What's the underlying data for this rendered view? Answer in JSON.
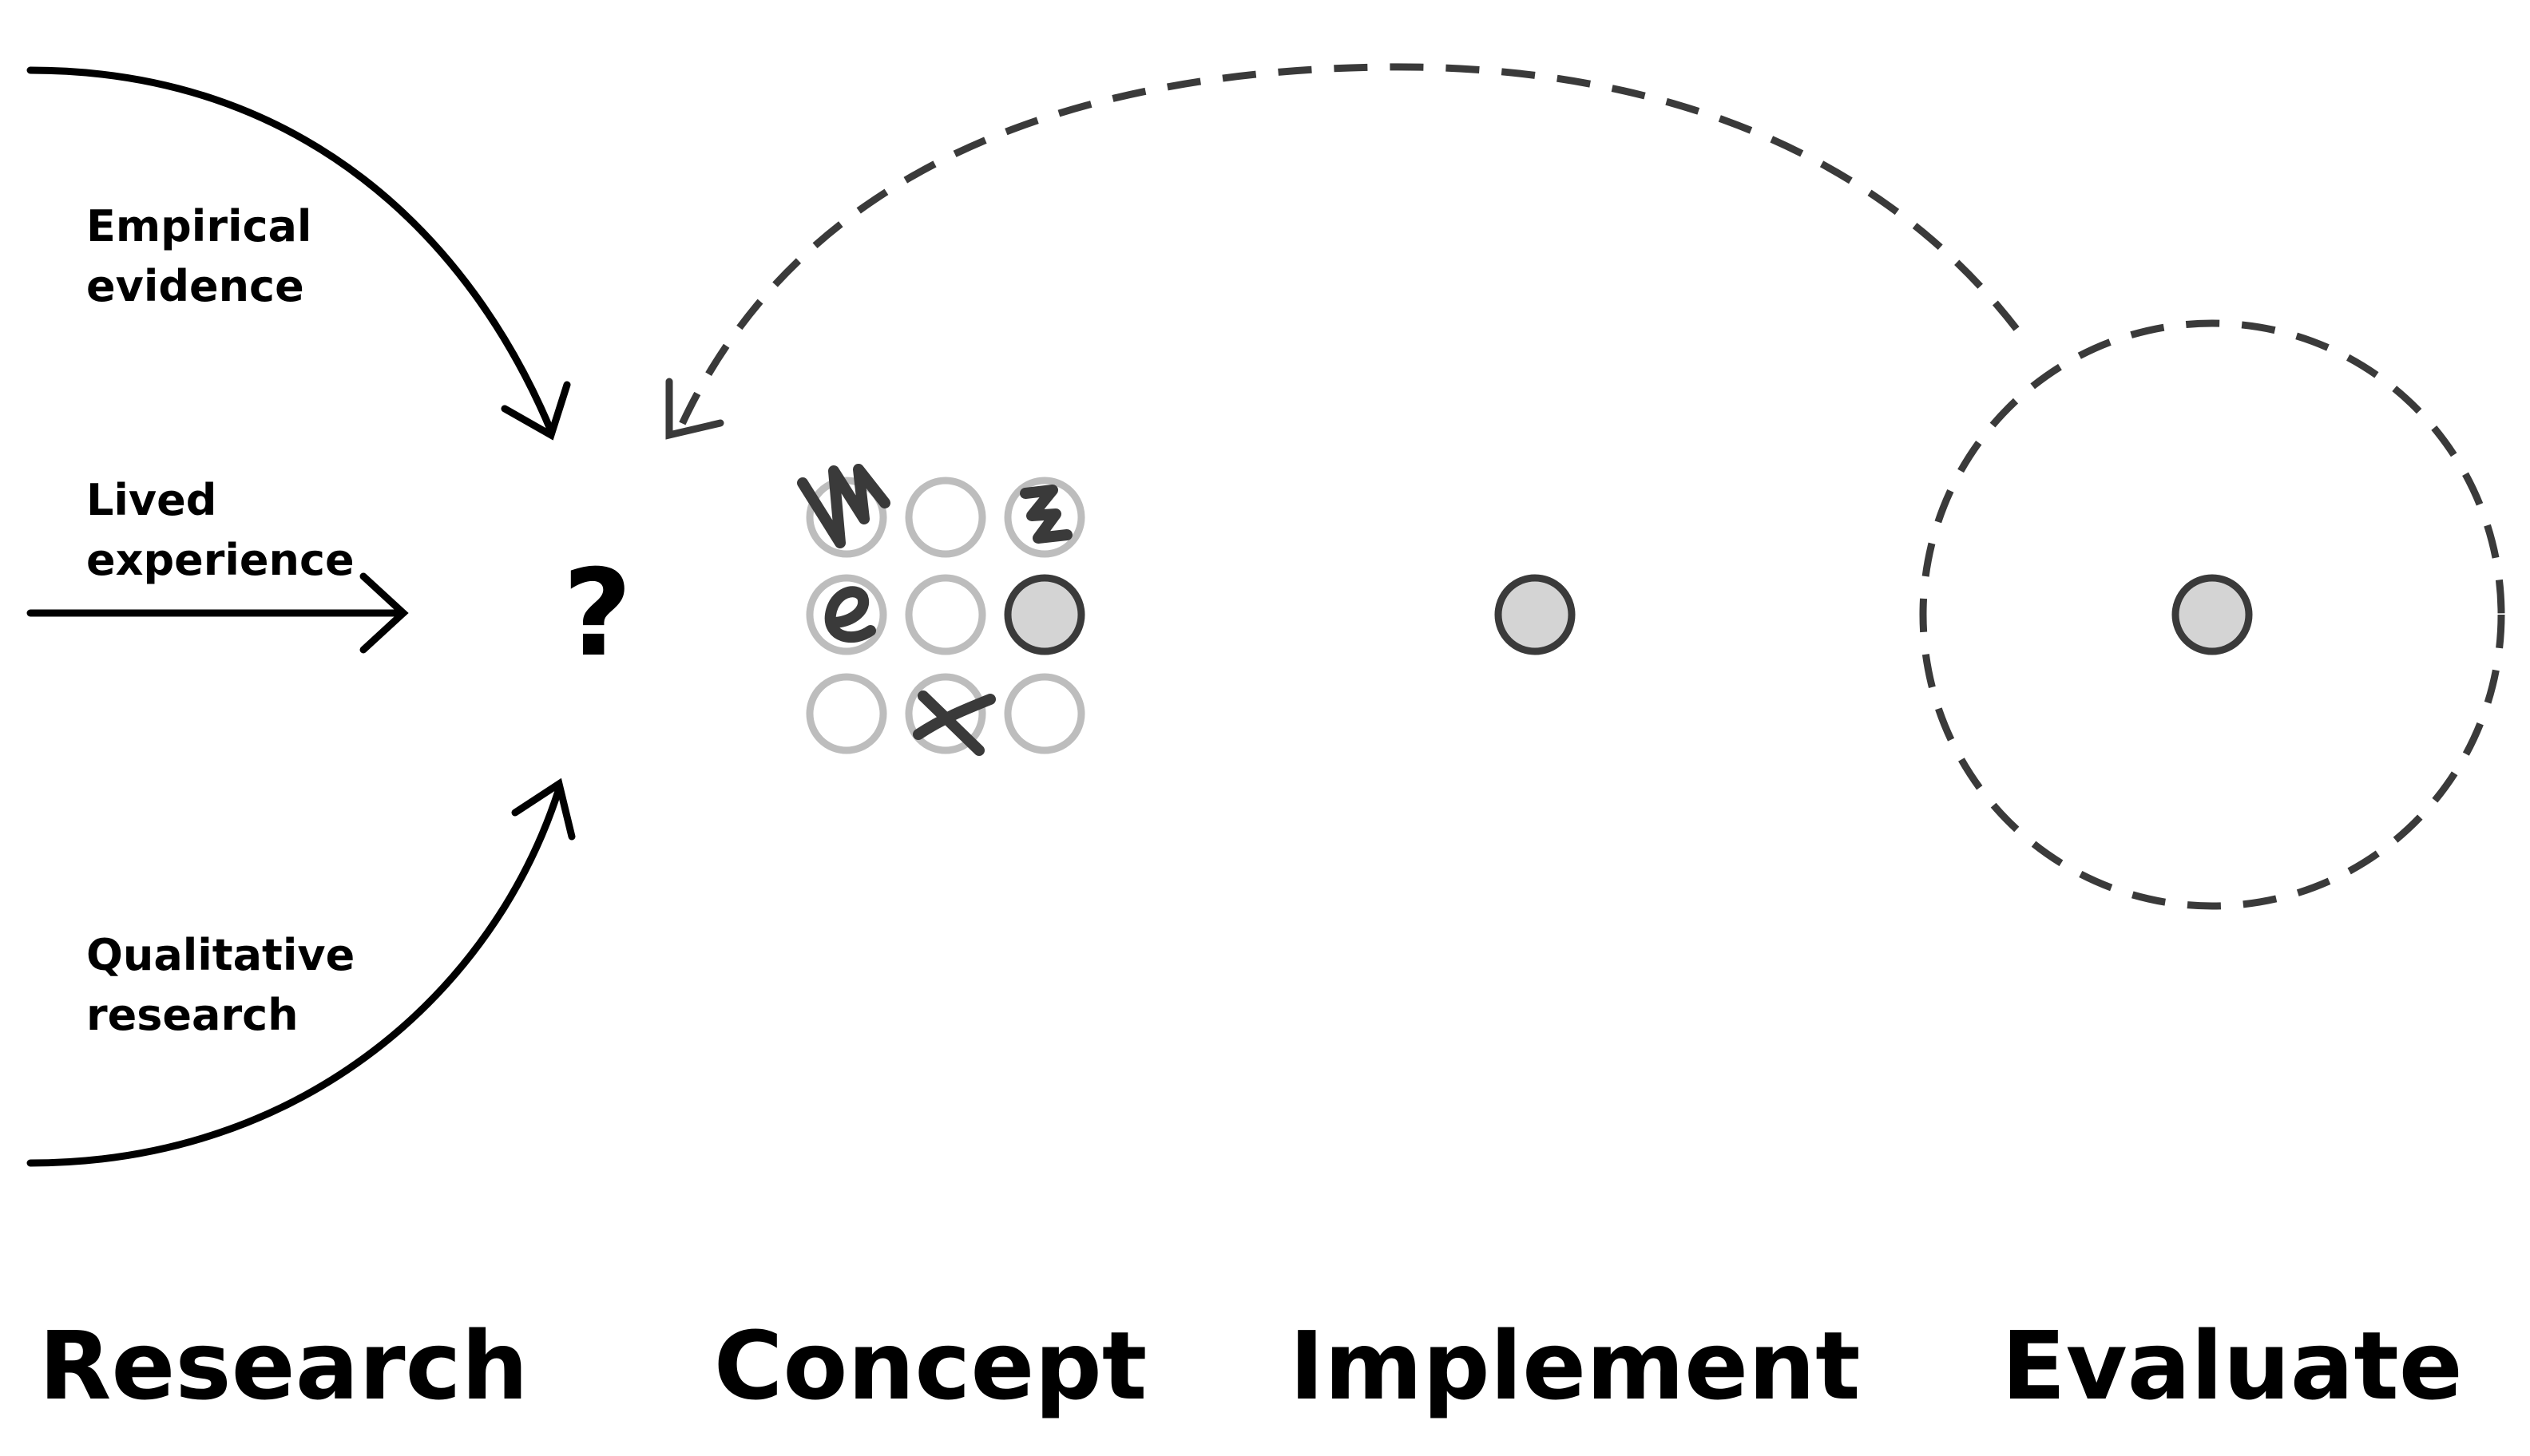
{
  "inputs": {
    "empirical": {
      "line1": "Empirical",
      "line2": "evidence"
    },
    "lived": {
      "line1": "Lived",
      "line2": "experience"
    },
    "qualitative": {
      "line1": "Qualitative",
      "line2": "research"
    }
  },
  "question_mark": "?",
  "stages": {
    "research": "Research",
    "concept": "Concept",
    "implement": "Implement",
    "evaluate": "Evaluate"
  },
  "colors": {
    "line": "#000000",
    "dashed": "#3a3a3a",
    "faded_circle": "#bdbdbd",
    "selected_fill": "#d4d4d4",
    "selected_stroke": "#3a3a3a"
  }
}
